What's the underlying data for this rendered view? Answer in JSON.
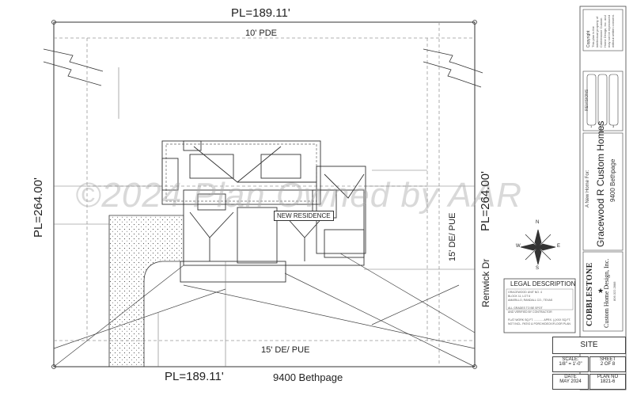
{
  "site": {
    "pl_top": "PL=189.11'",
    "pl_bottom": "PL=189.11'",
    "pl_left": "PL=264.00'",
    "pl_right": "PL=264.00'",
    "pde_top": "10' PDE",
    "pue_right": "15' DE/ PUE",
    "pue_bottom": "15' DE/ PUE",
    "street_bottom": "9400 Bethpage",
    "street_right": "Renwick Dr",
    "house_label": "NEW RESIDENCE"
  },
  "watermark": "©2024 Plan Owned by AAR",
  "legal": {
    "title": "LEGAL DESCRIPTION",
    "lines": [
      "GRACEWOOD UNIT NO. 4",
      "BLOCK 11, LOT 6",
      "AMARILLO, RANDALL CO., TEXAS",
      "",
      "ALL GRADES TO BE SPOT",
      "AND VERIFIED BY CONTRACTOR",
      "",
      "FLAT WORK SQ.FT. ............ APRX. (-)XXX SQ.FT.",
      "NOT INCL. PATIO & PORCH/DECK/FLOOR PLAN"
    ]
  },
  "title_block": {
    "copyright_title": "Copyright",
    "copyright_text": "This plan is the intellectual property of Cobblestone Custom Home Design, Inc. and may not be reproduced without written consent.",
    "revisions_label": "REVISIONS",
    "revision_numbers": [
      "1",
      "2",
      "3"
    ],
    "project_prefix": "A New Home For:",
    "client": "Gracewood R Custom Homes",
    "address": "9400 Bethpage",
    "company_name": "COBBLESTONE",
    "company_sub": "Custom Home Design, Inc.",
    "company_phone": "806.322.2888",
    "sheet_title": "SITE",
    "scale_label": "SCALE:",
    "scale_value": "1/8\" = 1'-0\"",
    "sheet_label": "SHEET",
    "sheet_value": "2 OF 8",
    "date_label": "DATE",
    "date_value": "MAY 2024",
    "plan_no_label": "PLAN NO",
    "plan_no_value": "1821-6"
  },
  "compass": {
    "n": "N",
    "s": "S",
    "e": "E",
    "w": "W"
  },
  "colors": {
    "line": "#333333",
    "dashed": "#888888",
    "hatch": "#555555"
  }
}
